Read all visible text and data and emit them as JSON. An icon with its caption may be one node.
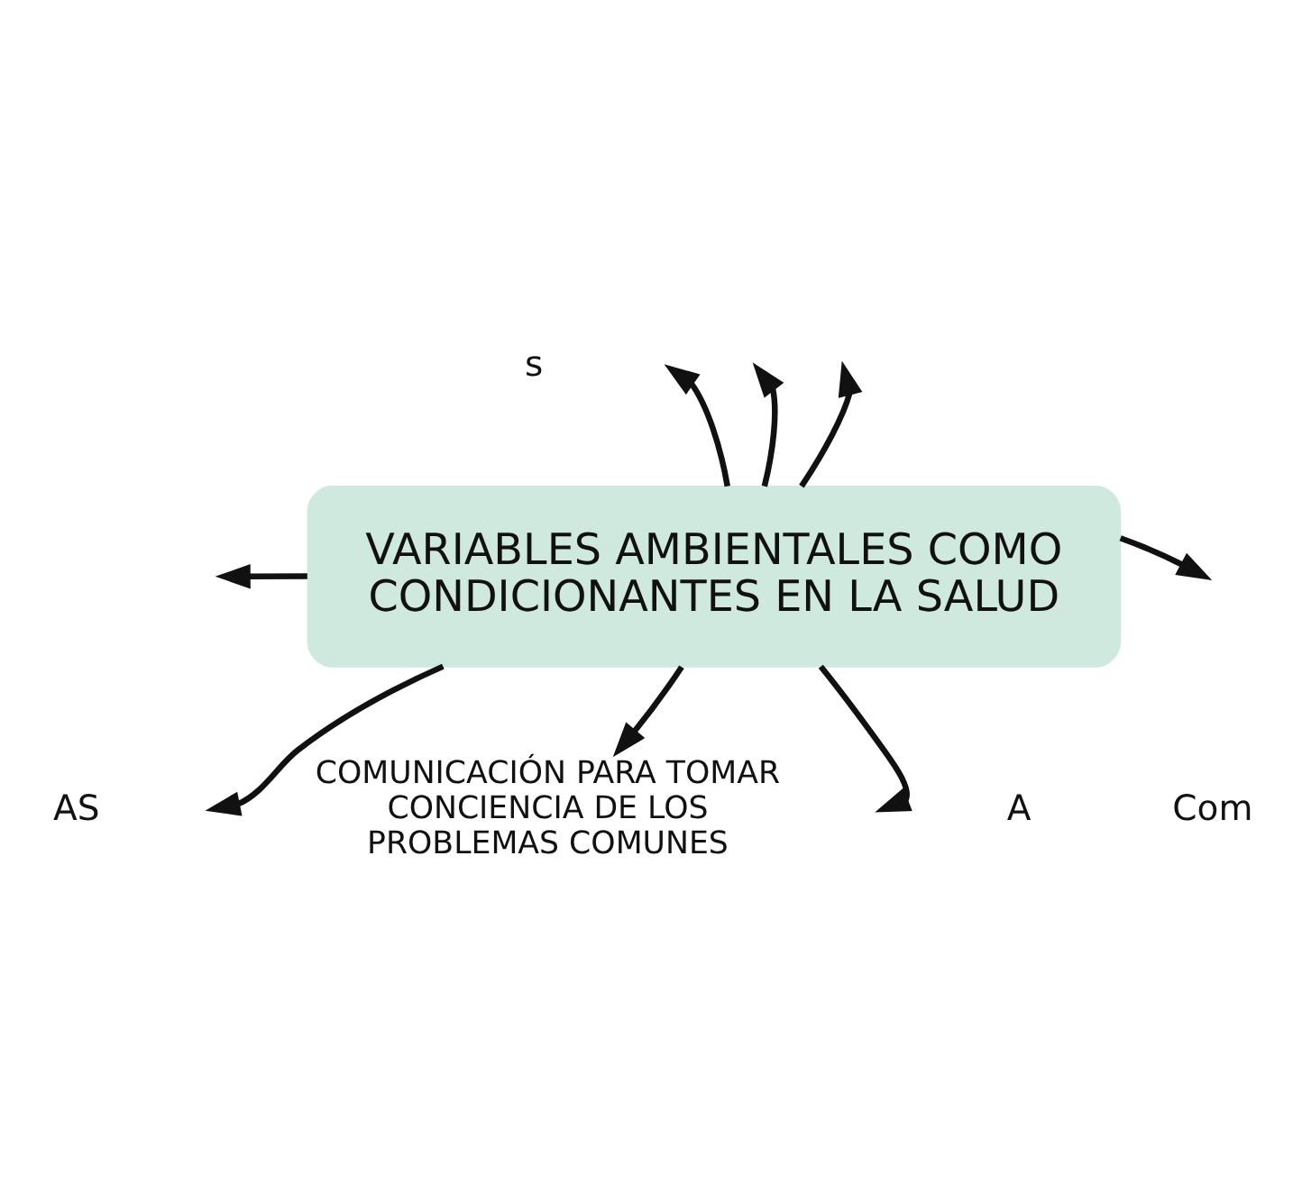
{
  "diagram": {
    "nodes": [
      {
        "text": [
          "VARIABLES AMBIENTALES COMO CONDICIONANTES EN LA SALUD"
        ]
      },
      {
        "text": [
          "COMUNICACIÓN PARA TOMAR CONCIENCIA DE LOS PROBLEMAS COMUNES"
        ]
      }
    ],
    "edges": [
      {
        "from": 0,
        "to": null,
        "arrow": "to"
      },
      {
        "from": 0,
        "to": null,
        "arrow": "to"
      },
      {
        "from": 0,
        "to": null,
        "arrow": "to"
      },
      {
        "from": 0,
        "to": null,
        "arrow": "to"
      },
      {
        "from": 0,
        "to": null,
        "arrow": "to"
      },
      {
        "from": 0,
        "to": null,
        "arrow": "to"
      },
      {
        "from": 0,
        "to": 1,
        "arrow": "to"
      },
      {
        "from": 0,
        "to": null,
        "arrow": "to"
      }
    ],
    "labels": [
      "s",
      "AS",
      "A",
      "Com"
    ]
  }
}
